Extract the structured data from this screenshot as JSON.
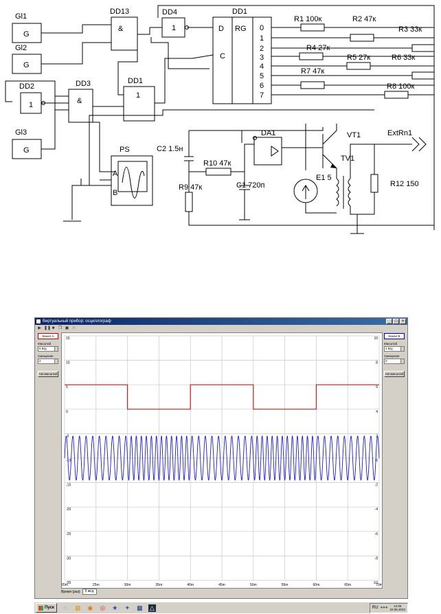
{
  "schematic": {
    "generators": [
      "Gl1",
      "Gl2",
      "Gl3"
    ],
    "generator_symbol": "G",
    "gates": [
      {
        "ref": "DD13",
        "symbol": "&"
      },
      {
        "ref": "DD4",
        "symbol": "1"
      },
      {
        "ref": "DD2",
        "symbol": "1"
      },
      {
        "ref": "DD3",
        "symbol": "&"
      },
      {
        "ref": "DD1",
        "symbol": "1"
      }
    ],
    "register": {
      "ref": "DD1",
      "name": "RG",
      "inputs": [
        "D",
        "C"
      ],
      "outputs": [
        "0",
        "1",
        "2",
        "3",
        "4",
        "5",
        "6",
        "7"
      ]
    },
    "resistors": [
      "R1 100к",
      "R2 47к",
      "R3 33к",
      "R4 27к",
      "R5 27к",
      "R6 33к",
      "R7 47к",
      "R8 100к",
      "R10 47к",
      "R9 47к",
      "R12 150"
    ],
    "capacitors": [
      "C2 1.5н",
      "C1 720п"
    ],
    "opamp": {
      "ref": "DA1",
      "symbol": "▷"
    },
    "transistor": "VT1",
    "transformer": "TV1",
    "source": "E1 5",
    "connector": "ExtRn1",
    "scope": {
      "ref": "PS",
      "inputs": [
        "A",
        "B"
      ]
    }
  },
  "oscilloscope": {
    "title": "Виртуальный прибор: осциллограф",
    "window_buttons": [
      "_",
      "□",
      "×"
    ],
    "toolbar_icons": [
      "run-icon",
      "pause-icon",
      "stop-icon",
      "copy-icon",
      "folder-icon",
      "grid-icon"
    ],
    "left_panel": {
      "channel": "Канал А",
      "scale_label": "Масштаб",
      "scale_value": "5 В/д",
      "offset_label": "Смещение",
      "offset_value": "2",
      "auto_label": "Авт.масштаб"
    },
    "right_panel": {
      "channel": "Канал В",
      "scale_label": "Масштаб",
      "scale_value": "2 В/д",
      "offset_label": "Смещение",
      "offset_value": "0",
      "auto_label": "Авт.масштаб"
    },
    "time_label": "Время (раз)",
    "time_value": "5 мсд"
  },
  "chart_data": {
    "type": "line",
    "grid": true,
    "xlabel": "",
    "ylabel": "",
    "x_ticks": [
      "20m",
      "25m",
      "30m",
      "35m",
      "40m",
      "45m",
      "50m",
      "55m",
      "60m",
      "65m",
      "70m"
    ],
    "xlim": [
      20,
      70
    ],
    "left_ticks": [
      "15",
      "10",
      "5",
      "0",
      "-5",
      "-10",
      "-15",
      "-20",
      "-25",
      "-30",
      "-35"
    ],
    "left_ylim": [
      -35,
      15
    ],
    "right_ticks": [
      "10",
      "8",
      "6",
      "4",
      "2",
      "0",
      "-2",
      "-4",
      "-6",
      "-8",
      "-10"
    ],
    "right_ylim": [
      -10,
      10
    ],
    "series": [
      {
        "channel": "A",
        "color": "#d01818",
        "axis": "left",
        "x": [
          20,
          30,
          30,
          40,
          40,
          50,
          50,
          60,
          60,
          70
        ],
        "y": [
          5,
          5,
          0,
          0,
          5,
          5,
          0,
          0,
          5,
          5
        ]
      },
      {
        "channel": "B",
        "color": "#1a1ad8",
        "axis": "right",
        "segments": [
          {
            "x_start": 20,
            "x_end": 30,
            "freq_per_ms": 0.95,
            "amplitude": 1.8,
            "center": 0
          },
          {
            "x_start": 30,
            "x_end": 40,
            "freq_per_ms": 1.25,
            "amplitude": 1.8,
            "center": 0
          },
          {
            "x_start": 40,
            "x_end": 50,
            "freq_per_ms": 0.95,
            "amplitude": 1.8,
            "center": 0
          },
          {
            "x_start": 50,
            "x_end": 60,
            "freq_per_ms": 1.25,
            "amplitude": 1.8,
            "center": 0
          },
          {
            "x_start": 60,
            "x_end": 70,
            "freq_per_ms": 0.95,
            "amplitude": 1.8,
            "center": 0
          }
        ]
      }
    ]
  },
  "taskbar": {
    "start_label": "Пуск",
    "quick_icons": [
      "ie-icon",
      "folder-icon",
      "media-icon",
      "chrome-icon",
      "star-icon",
      "bird-icon",
      "app-icon",
      "scope-app-icon"
    ],
    "lang": "RU",
    "time": "14:35",
    "date": "22.06.2023"
  }
}
